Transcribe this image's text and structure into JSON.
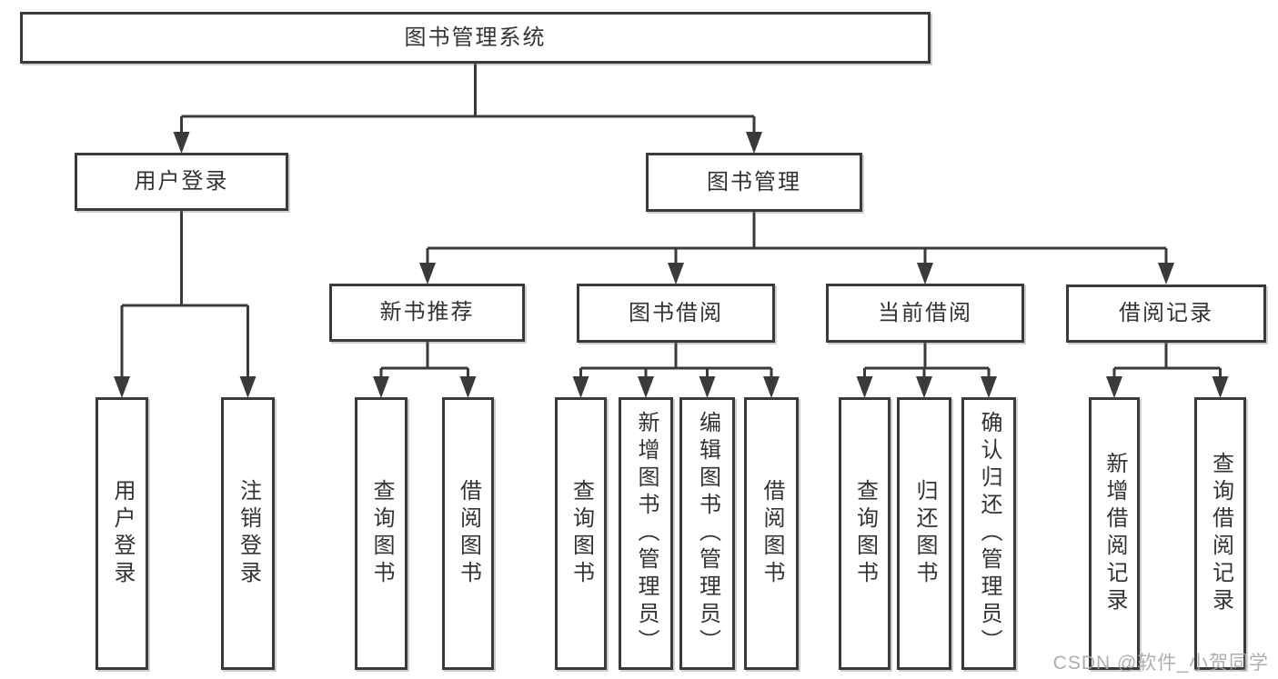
{
  "tree": {
    "root": {
      "label": "图书管理系统"
    },
    "level2": [
      {
        "label": "用户登录",
        "children": [
          {
            "label": "用户登录"
          },
          {
            "label": "注销登录"
          }
        ]
      },
      {
        "label": "图书管理",
        "children": [
          {
            "label": "新书推荐",
            "children": [
              {
                "label": "查询图书"
              },
              {
                "label": "借阅图书"
              }
            ]
          },
          {
            "label": "图书借阅",
            "children": [
              {
                "label": "查询图书"
              },
              {
                "label": "新增图书（管理员）"
              },
              {
                "label": "编辑图书（管理员）"
              },
              {
                "label": "借阅图书"
              }
            ]
          },
          {
            "label": "当前借阅",
            "children": [
              {
                "label": "查询图书"
              },
              {
                "label": "归还图书"
              },
              {
                "label": "确认归还（管理员）"
              }
            ]
          },
          {
            "label": "借阅记录",
            "children": [
              {
                "label": "新增借阅记录"
              },
              {
                "label": "查询借阅记录"
              }
            ]
          }
        ]
      }
    ]
  },
  "watermark": {
    "text": "CSDN @软件_小贺同学"
  },
  "colors": {
    "line": "#3a3a3a",
    "box_border": "#3a3a3a",
    "box_fill": "#ffffff",
    "text": "#333333",
    "watermark": "#a5a5a5",
    "background": "#ffffff"
  }
}
